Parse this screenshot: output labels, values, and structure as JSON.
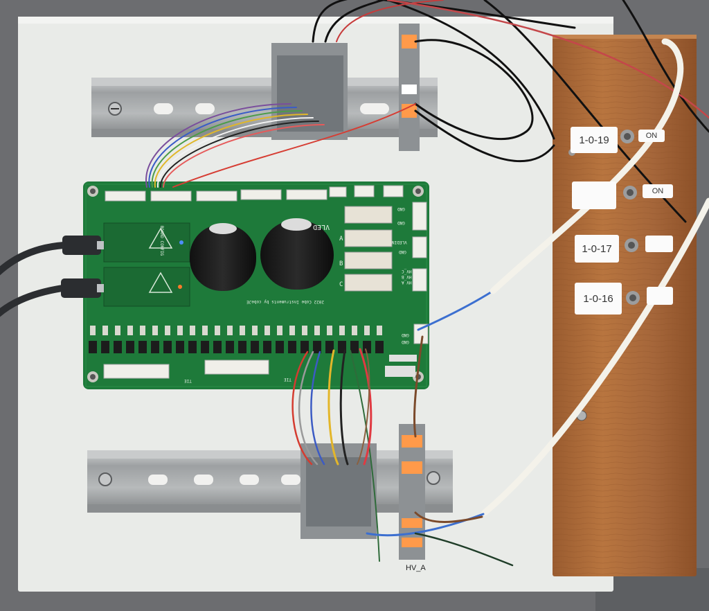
{
  "switch_panel": {
    "labels": [
      "1-0-19",
      "1-0-17",
      "1-0-16"
    ],
    "states": [
      "ON",
      "ON"
    ]
  },
  "terminal_label": "HV_A",
  "pcb": {
    "header_text": "2022 Cobe Instruments by cobeJE",
    "rail_labels": [
      "VLED",
      "VLEDIN",
      "HV_A",
      "HV_B",
      "HV_C"
    ],
    "side_labels": [
      "A",
      "B",
      "C"
    ],
    "gnd_labels": [
      "GND",
      "GND",
      "GND",
      "GND",
      "GND"
    ],
    "tie_labels": [
      "TIE",
      "TIE"
    ],
    "module_label": "BOARD CONFIG"
  },
  "colors": {
    "backboard": "#e9ebe8",
    "pcb": "#1e7a3a",
    "wood": "#a8683a",
    "din_rail": "#a9acae"
  }
}
